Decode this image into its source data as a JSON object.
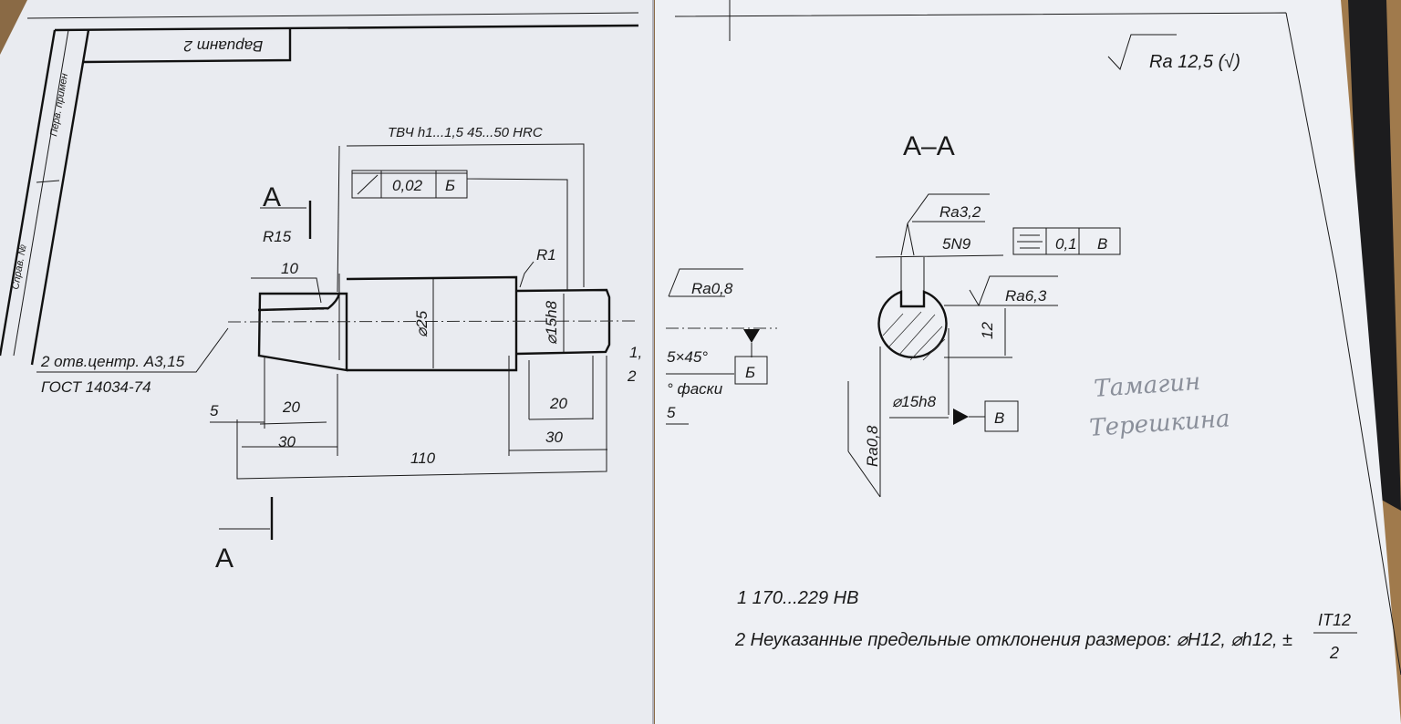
{
  "sheet_left": {
    "variant": "Вариант 2",
    "side_labels": [
      "Перв. примен",
      "Справ. №"
    ],
    "heat_treatment": "ТВЧ h1...1,5   45...50 HRC",
    "runout_tolerance": {
      "symbol": "runout",
      "value": "0,02",
      "datum": "Б"
    },
    "section_mark": "A",
    "radius_1": "R15",
    "radius_2": "R1",
    "dim_10": "10",
    "dia_25": "⌀25",
    "dia_15h8": "⌀15h8",
    "center_holes_1": "2 отв.центр. А3,15",
    "center_holes_2": "ГОСТ 14034-74",
    "dim_5": "5",
    "dim_20_left": "20",
    "dim_30_left": "30",
    "dim_110": "110",
    "dim_20_right": "20",
    "dim_30_right": "30",
    "dim_1": "1,",
    "dim_2": "2"
  },
  "sheet_right": {
    "roughness_general": "Ra 12,5 (√)",
    "section_title": "A–A",
    "ra_32": "Ra3,2",
    "keyway": "5N9",
    "symmetry_tolerance": {
      "symbol": "symmetry",
      "value": "0,1",
      "datum": "B"
    },
    "ra_63": "Ra6,3",
    "dim_12": "12",
    "dia_15h8": "⌀15h8",
    "datum_b": "B",
    "ra_08_vertical": "Ra0,8",
    "ra_08_left": "Ra0,8",
    "chamfer": "5×45°",
    "chamfer_note": "° фаски",
    "datum_be": "Б",
    "frag_5": "5",
    "handwritten_1": "Тамагин",
    "handwritten_2": "Терешкина",
    "note_1": "1 170...229 HB",
    "note_2": "2 Неуказанные предельные отклонения размеров: ⌀H12, ⌀h12, ±",
    "fraction_num": "IT12",
    "fraction_den": "2"
  }
}
